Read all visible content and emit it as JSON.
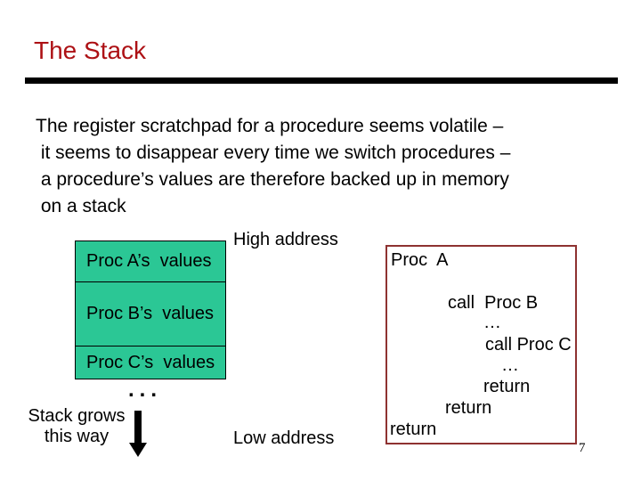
{
  "slide": {
    "title": "The Stack",
    "body_text": "The register scratchpad for a procedure seems volatile –\n it seems to disappear every time we switch procedures –\n a procedure’s values are therefore backed up in memory\n on a stack",
    "page_number": "7"
  },
  "colors": {
    "title_red": "#ad1115",
    "divider_black": "#000000",
    "stack_frame_fill": "#2bc795",
    "stack_frame_border": "#000000",
    "code_box_border": "#8e3231",
    "body_text": "#000000"
  },
  "stack_diagram": {
    "high_address_label": "High address",
    "low_address_label": "Low address",
    "grow_caption_line1": "Stack grows",
    "grow_caption_line2": "this way",
    "ellipsis": "...",
    "arrow_direction": "down",
    "frames": [
      {
        "label": "Proc A’s  values"
      },
      {
        "label": "Proc B’s  values"
      },
      {
        "label": "Proc C’s  values"
      }
    ]
  },
  "code_box": {
    "lines": [
      {
        "text": "Proc  A"
      },
      {
        "text": "call  Proc B"
      },
      {
        "text": "…"
      },
      {
        "text": "call Proc C"
      },
      {
        "text": "…"
      },
      {
        "text": "return"
      },
      {
        "text": "return"
      },
      {
        "text": "return"
      }
    ]
  }
}
